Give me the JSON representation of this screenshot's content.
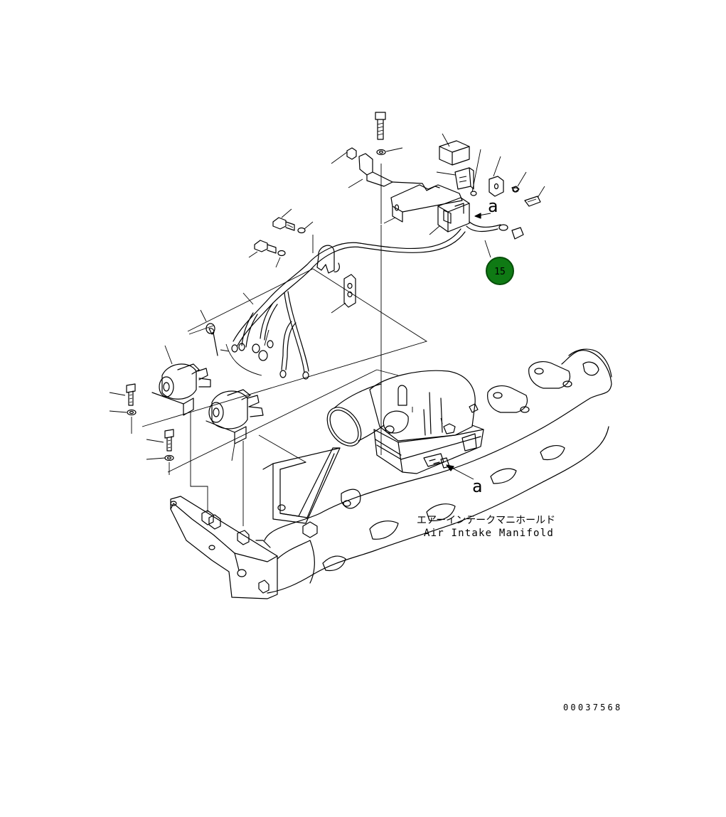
{
  "callout": {
    "label": "15",
    "fill": "#0f7a14",
    "ring": "#064d09",
    "text_color": "#ffffff"
  },
  "view_markers": {
    "top": "a",
    "bottom": "a"
  },
  "manifold_label": {
    "japanese": "エアーインテークマニホールド",
    "english": "Air Intake Manifold"
  },
  "drawing_number": "00037568"
}
